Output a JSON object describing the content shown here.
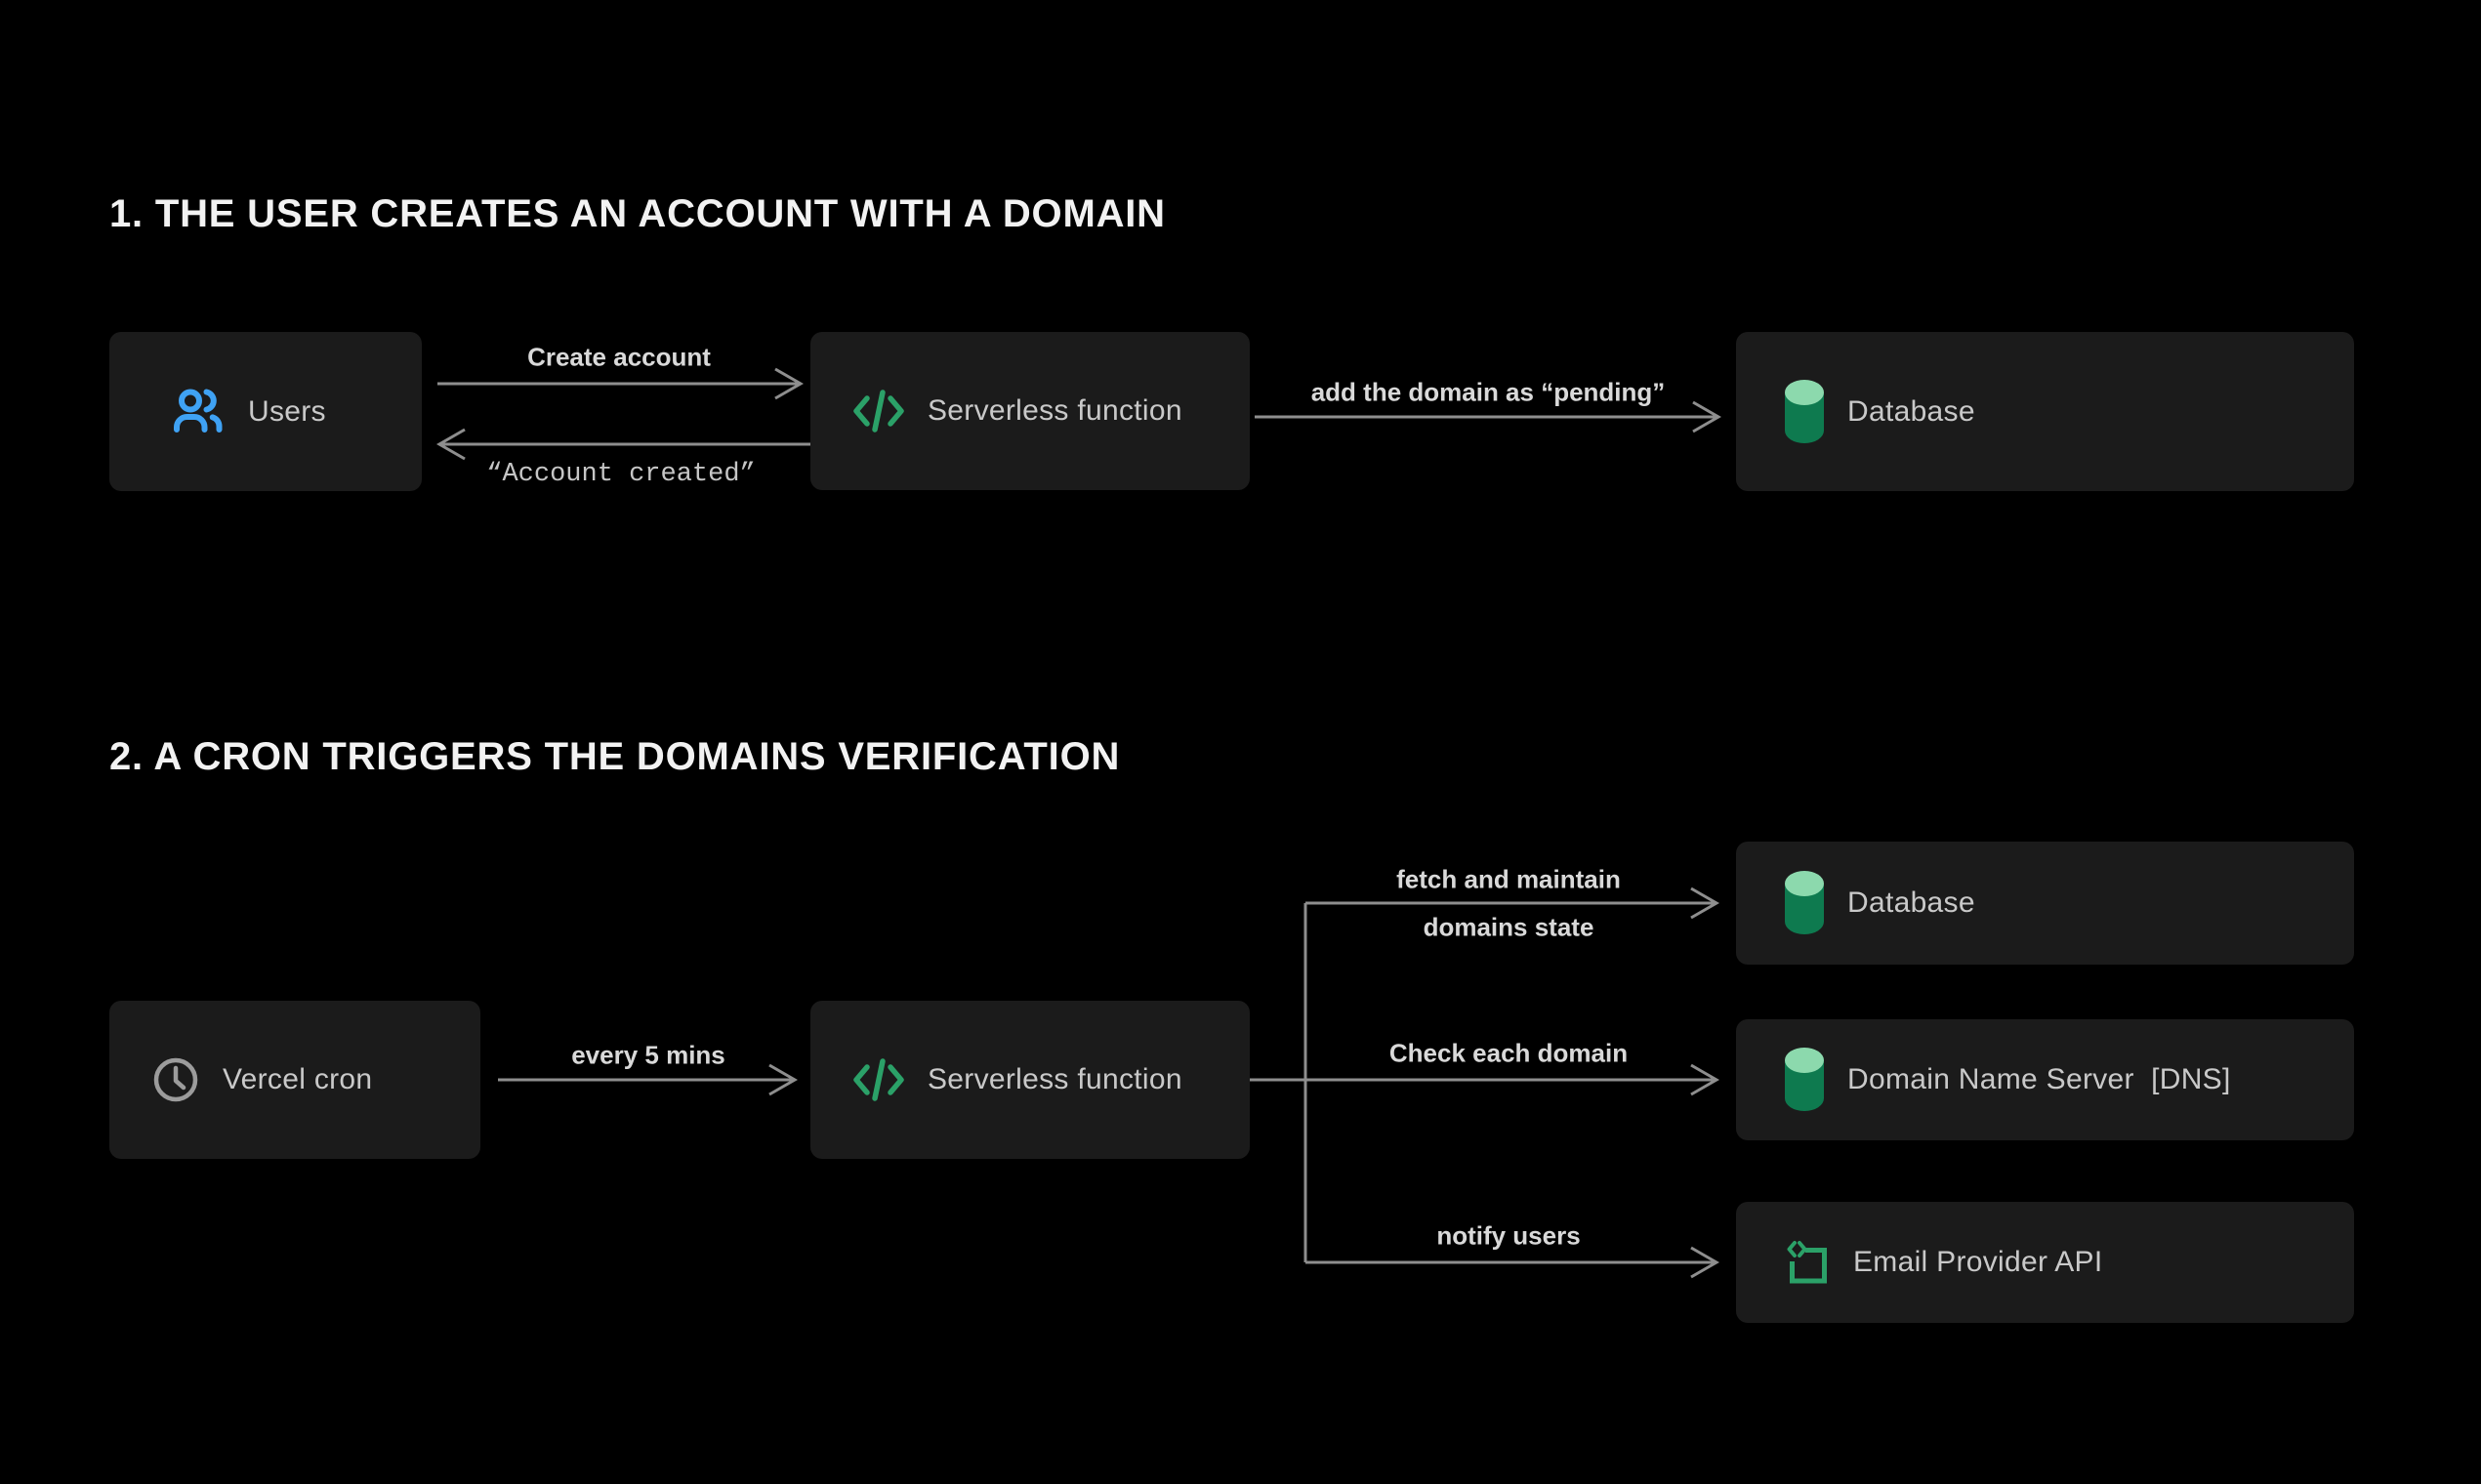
{
  "colors": {
    "background": "#000000",
    "node_background": "#1B1B1B",
    "node_text": "#C9C9C9",
    "arrow_gray": "#8E8E8E",
    "edge_label_text": "#D9D9D9",
    "title_text": "#F2F2F2",
    "accent_blue": "#3FA2F4",
    "accent_green": "#2BA168",
    "database_body_green": "#0E7A4F",
    "database_top_green": "#8CD9AD",
    "clock_gray": "#9C9C9C"
  },
  "section1": {
    "title": "1. THE USER CREATES AN ACCOUNT WITH A DOMAIN",
    "nodes": {
      "users": {
        "label": "Users",
        "icon": "users-icon"
      },
      "serverless": {
        "label": "Serverless function",
        "icon": "code-icon"
      },
      "database": {
        "label": "Database",
        "icon": "database-icon"
      }
    },
    "edges": {
      "create_account": "Create account",
      "account_created": "“Account created”",
      "add_domain": "add the domain as “pending”"
    }
  },
  "section2": {
    "title": "2. A CRON TRIGGERS THE DOMAINS VERIFICATION",
    "nodes": {
      "vercel_cron": {
        "label": "Vercel cron",
        "icon": "clock-icon"
      },
      "serverless": {
        "label": "Serverless function",
        "icon": "code-icon"
      },
      "database": {
        "label": "Database",
        "icon": "database-icon"
      },
      "dns": {
        "label": "Domain Name Server  [DNS]",
        "icon": "database-icon"
      },
      "email": {
        "label": "Email Provider API",
        "icon": "email-api-icon"
      }
    },
    "edges": {
      "every_5_mins": "every 5 mins",
      "fetch_line1": "fetch and maintain",
      "fetch_line2": "domains state",
      "check_domain": "Check each domain",
      "notify_users": "notify users"
    }
  }
}
